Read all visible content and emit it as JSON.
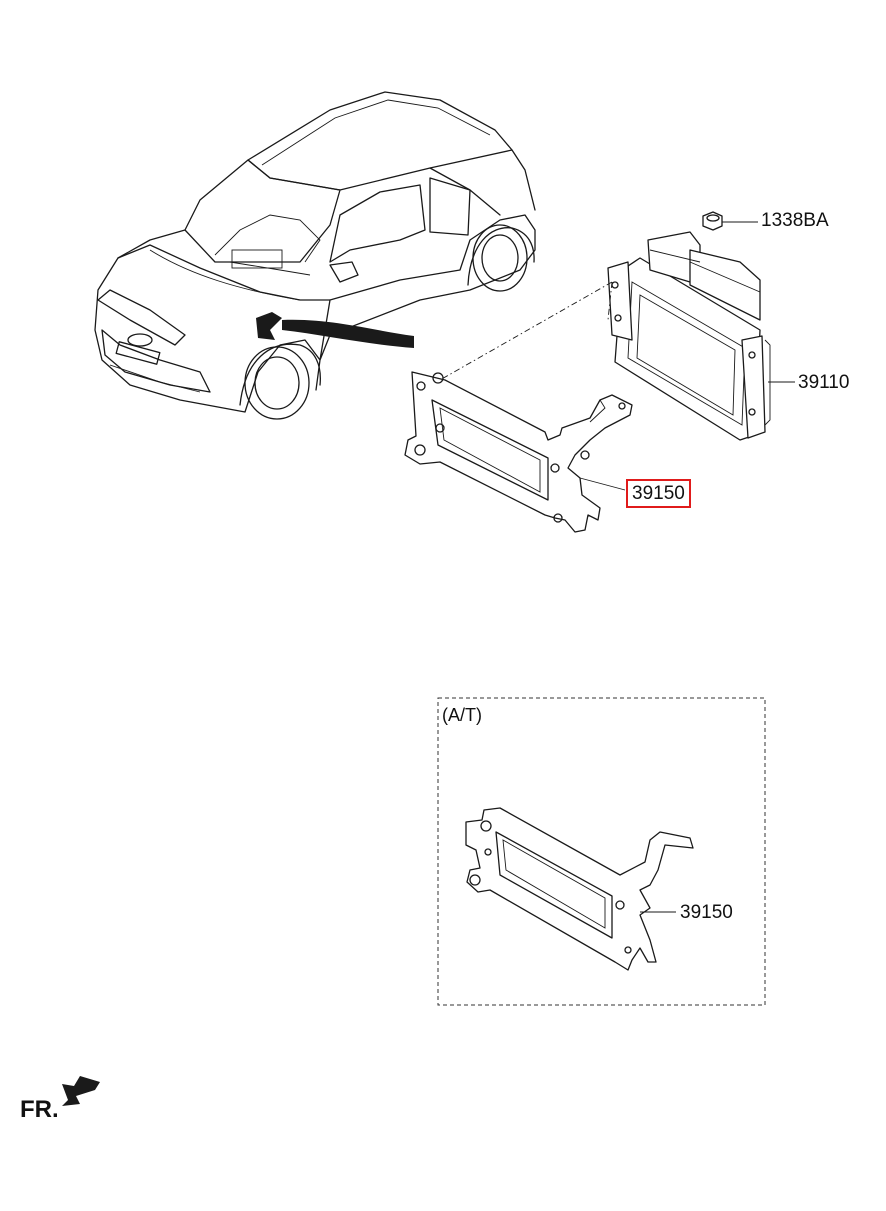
{
  "callouts": {
    "nut": "1338BA",
    "ecu": "39110",
    "bracket": "39150",
    "bracket_at": "39150"
  },
  "inset": {
    "label": "(A/T)"
  },
  "direction": {
    "label": "FR."
  },
  "colors": {
    "highlight": "#e01b1b",
    "line": "#1a1a1a"
  },
  "icons": [
    "car-outline-icon",
    "ecu-module-icon",
    "bracket-icon",
    "nut-icon",
    "front-arrow-icon"
  ]
}
